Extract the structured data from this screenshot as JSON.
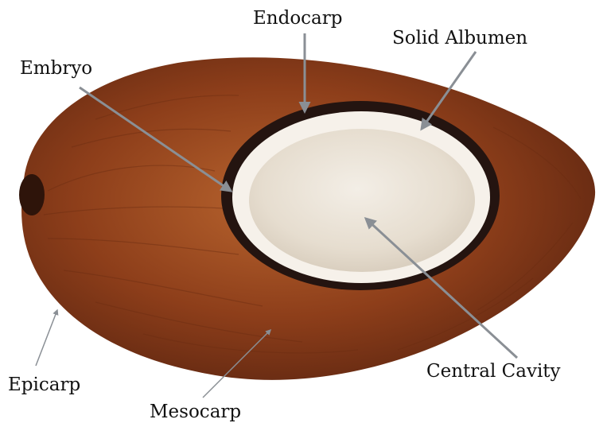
{
  "labels": {
    "endocarp": "Endocarp",
    "solid_albumen": "Solid Albumen",
    "embryo": "Embryo",
    "epicarp": "Epicarp",
    "mesocarp": "Mesocarp",
    "central_cavity": "Central Cavity"
  },
  "colors": {
    "husk_dark": "#5a2410",
    "husk_mid": "#8d3e1a",
    "husk_light": "#b8642e",
    "shell": "#241410",
    "albumen": "#f6f1ea",
    "cavity": "#e9e1d4",
    "arrow": "#8a8f95",
    "background": "#ffffff"
  }
}
